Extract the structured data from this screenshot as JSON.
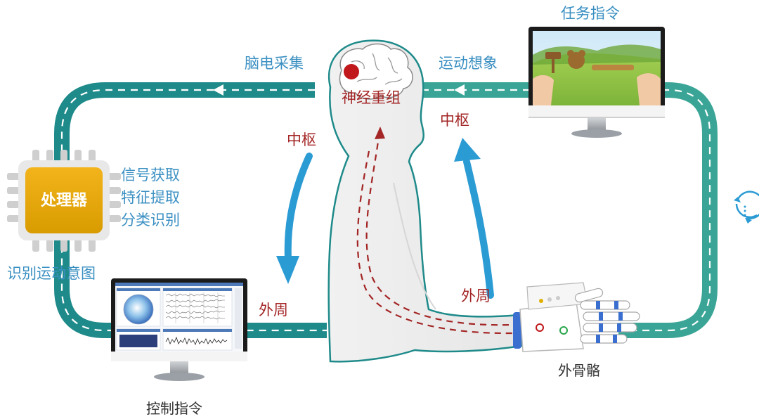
{
  "labels": {
    "eeg_acquisition": "脑电采集",
    "motor_imagery": "运动想象",
    "task_command": "任务指令",
    "neural_reorganization": "神经重组",
    "central_left": "中枢",
    "central_right": "中枢",
    "peripheral_left": "外周",
    "peripheral_arm": "外周",
    "processor": "处理器",
    "signal_acquisition": "信号获取",
    "feature_extraction": "特征提取",
    "classification": "分类识别",
    "identify_motion_intent": "识别运动意图",
    "control_command": "控制指令",
    "exoskeleton": "外骨骼"
  },
  "colors": {
    "loop_teal": "#1f8a8a",
    "loop_teal_right": "#3aa596",
    "label_blue": "#3a8fc2",
    "label_red": "#a32525",
    "chip_gold": "#e2a400",
    "arrow_blue": "#2b9bd4",
    "body_grey": "#ececec",
    "brain_red": "#c0181b"
  },
  "icons": {
    "cycle": "cycle-icon",
    "processor": "chip-icon",
    "monitor_game": "game-monitor-icon",
    "monitor_eeg": "eeg-monitor-icon",
    "exoskeleton": "exoskeleton-hand-icon",
    "brain": "brain-icon"
  }
}
